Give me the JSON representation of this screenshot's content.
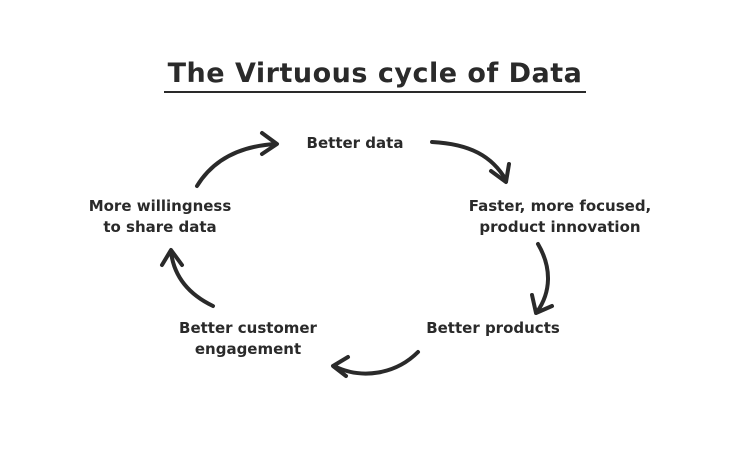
{
  "title": "The Virtuous cycle of Data",
  "nodes": {
    "better_data": "Better data",
    "faster_innovation": [
      "Faster, more focused,",
      "product innovation"
    ],
    "better_products": "Better products",
    "better_engagement": [
      "Better customer",
      "engagement"
    ],
    "more_willingness": [
      "More willingness",
      "to share data"
    ]
  }
}
